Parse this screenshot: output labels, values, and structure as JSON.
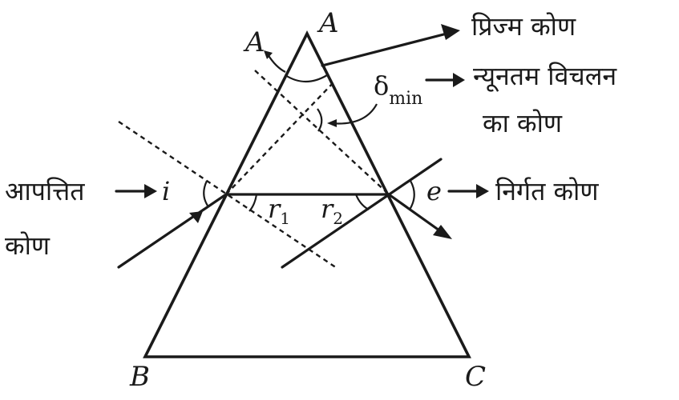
{
  "vertices": {
    "apex": "A",
    "apex_secondary": "A",
    "bottom_left": "B",
    "bottom_right": "C"
  },
  "angles": {
    "incidence": "i",
    "emergence": "e",
    "refraction_1": "r",
    "refraction_1_sub": "1",
    "refraction_2": "r",
    "refraction_2_sub": "2",
    "min_deviation": "δ",
    "min_deviation_sub": "min"
  },
  "annotations": {
    "prism_angle": "प्रिज्म कोण",
    "min_deviation_line1": "न्यूनतम विचलन",
    "min_deviation_line2": "का कोण",
    "incidence_line1": "आपत्तित",
    "incidence_line2": "कोण",
    "emergence": "निर्गत कोण"
  }
}
